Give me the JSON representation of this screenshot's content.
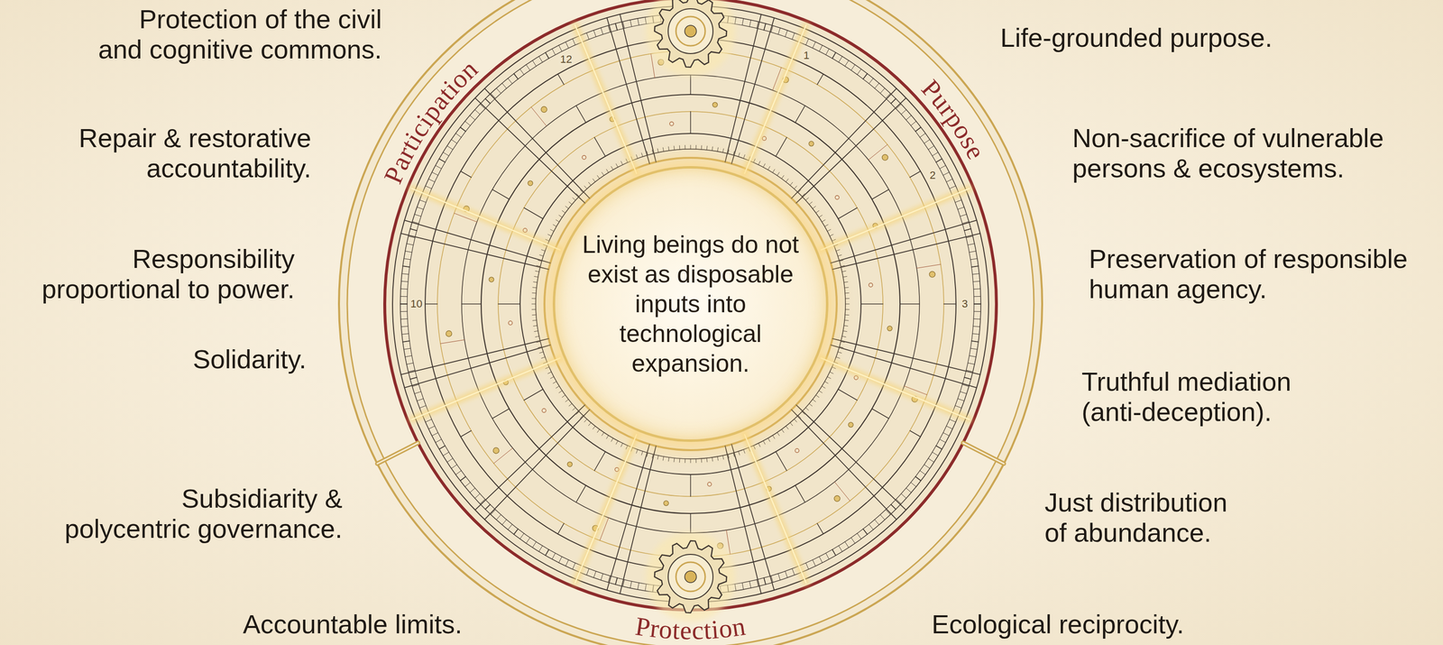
{
  "diagram": {
    "nodes": [
      {
        "text": [
          "Living beings do not exist as disposable inputs into technological expansion."
        ]
      }
    ],
    "labels": [
      "Participation",
      "Purpose",
      "Protection",
      "Protection of the civil and cognitive commons.",
      "Repair & restorative accountability.",
      "Responsibility proportional to power.",
      "Solidarity.",
      "Subsidiarity & polycentric governance.",
      "Accountable limits.",
      "Life-grounded purpose.",
      "Non-sacrifice of vulnerable persons & ecosystems.",
      "Preservation of responsible human agency.",
      "Truthful mediation (anti-deception).",
      "Just distribution of abundance.",
      "Ecological reciprocity.",
      "12",
      "1",
      "2",
      "3",
      "10"
    ]
  }
}
